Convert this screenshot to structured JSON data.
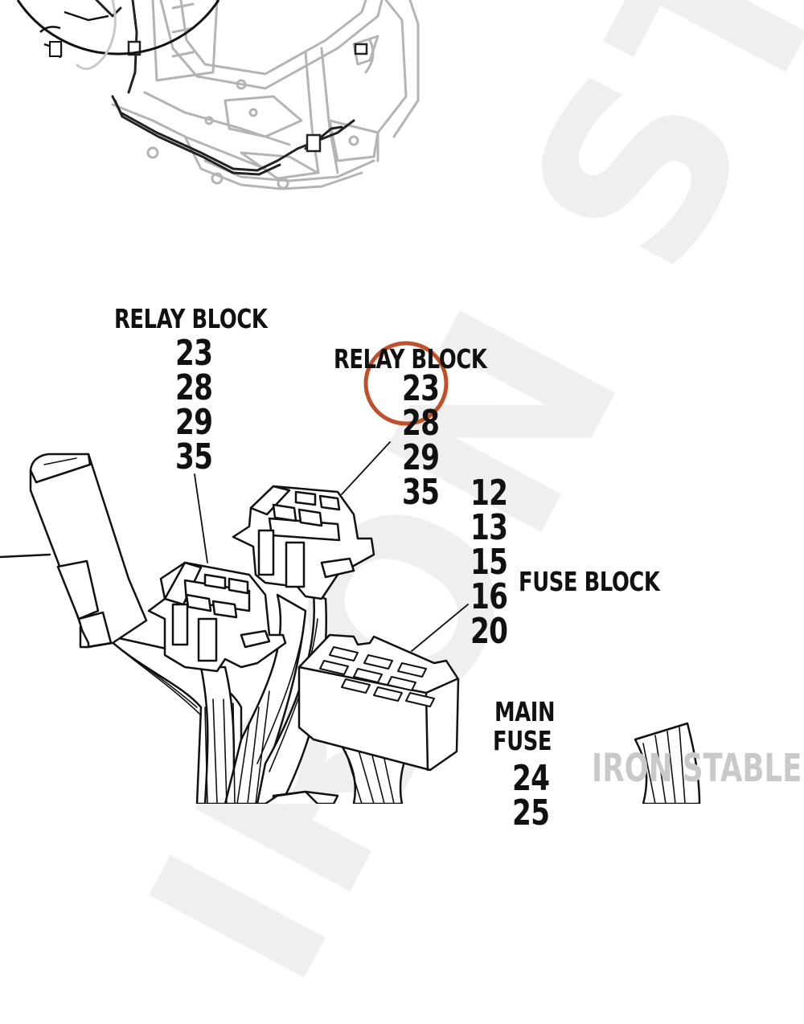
{
  "watermark": {
    "brand": "IRON STABLE",
    "background_text": "IRON STABLE",
    "color": "#efefef"
  },
  "labels": {
    "relay_block_left": {
      "title": "RELAY BLOCK",
      "numbers": [
        "23",
        "28",
        "29",
        "35"
      ]
    },
    "relay_block_right": {
      "title": "RELAY BLOCK",
      "numbers": [
        "23",
        "28",
        "29",
        "35"
      ]
    },
    "fuse_block": {
      "title": "FUSE BLOCK",
      "numbers": [
        "12",
        "13",
        "15",
        "16",
        "20"
      ]
    },
    "main_fuse": {
      "title_line1": "MAIN",
      "title_line2": "FUSE",
      "numbers": [
        "24",
        "25"
      ]
    }
  },
  "highlight": {
    "target": "relay_block_right.23",
    "color": "#c0502a"
  },
  "colors": {
    "ink": "#111111",
    "frame": "#b4b4b4"
  }
}
